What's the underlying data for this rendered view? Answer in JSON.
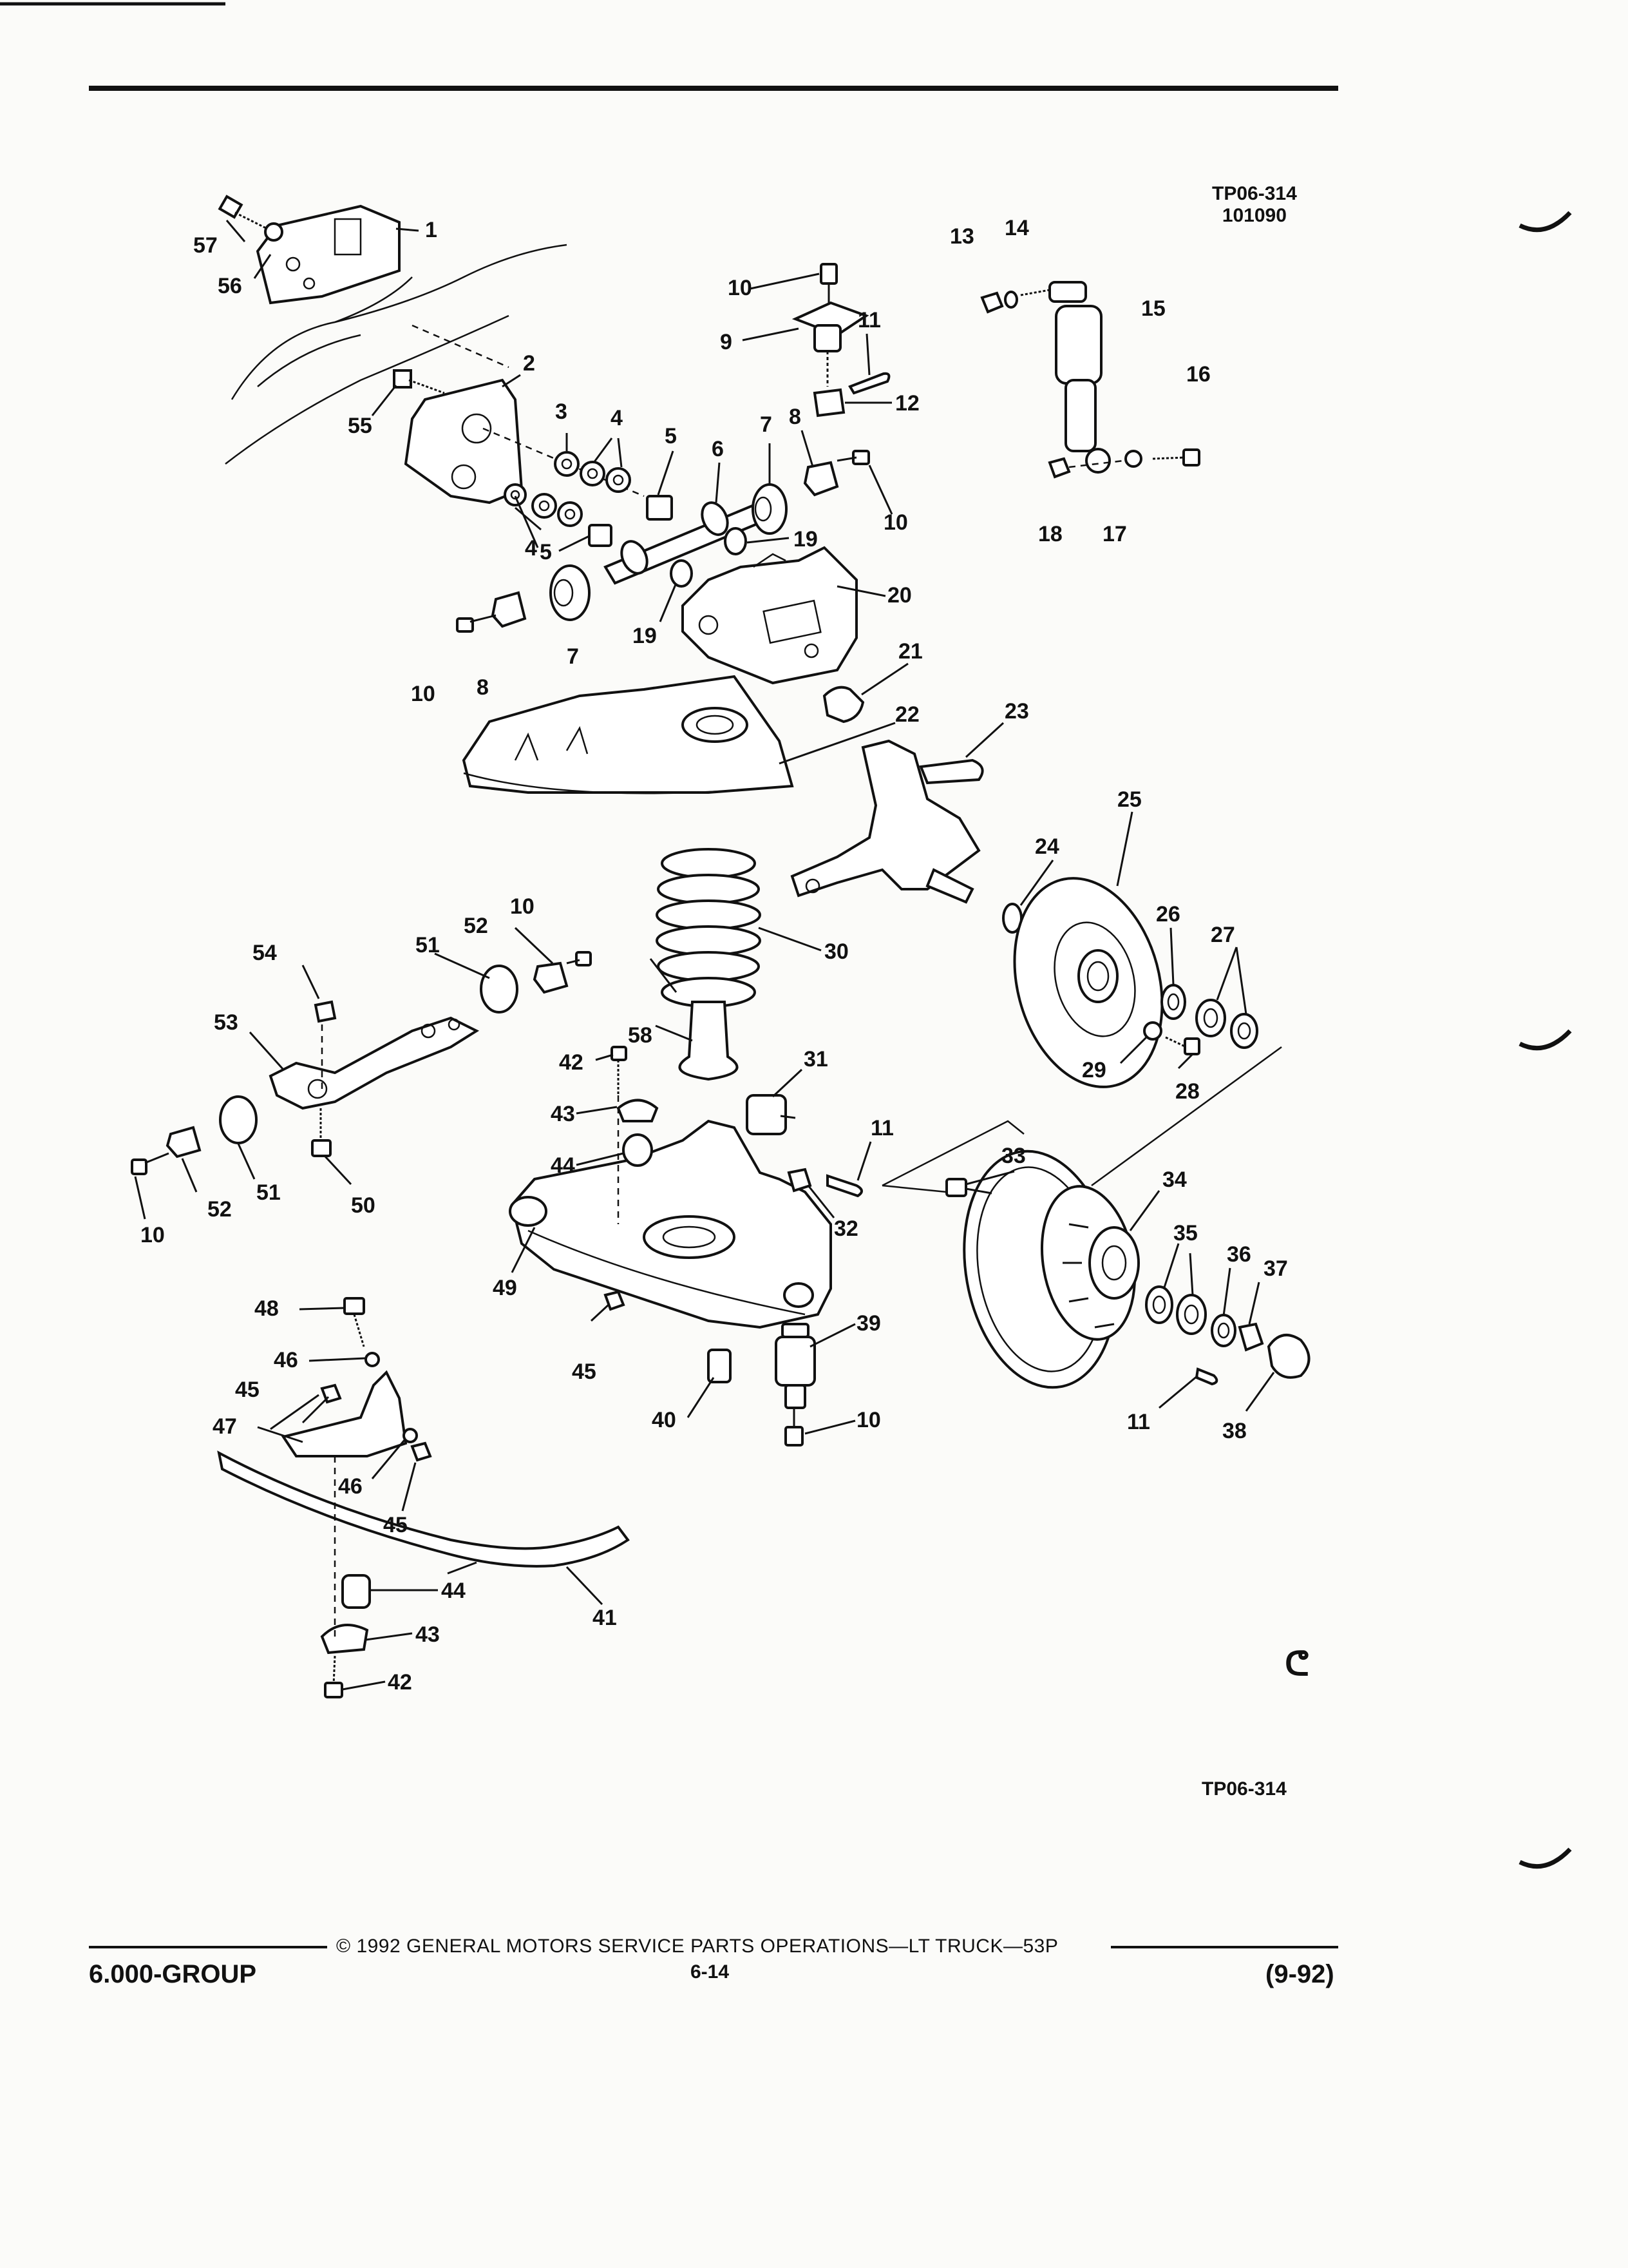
{
  "figure": {
    "code_top": "TP06-314",
    "code_date": "101090",
    "code_bottom": "TP06-314",
    "mark": "ᕦ"
  },
  "callouts": [
    "57",
    "1",
    "56",
    "2",
    "55",
    "3",
    "4",
    "4",
    "5",
    "5",
    "6",
    "7",
    "7",
    "8",
    "8",
    "9",
    "10",
    "10",
    "10",
    "10",
    "10",
    "10",
    "11",
    "11",
    "11",
    "12",
    "13",
    "14",
    "15",
    "16",
    "17",
    "18",
    "19",
    "19",
    "20",
    "21",
    "22",
    "23",
    "24",
    "25",
    "26",
    "27",
    "28",
    "29",
    "30",
    "31",
    "32",
    "33",
    "34",
    "35",
    "36",
    "37",
    "38",
    "39",
    "40",
    "41",
    "42",
    "42",
    "43",
    "43",
    "44",
    "44",
    "45",
    "45",
    "45",
    "46",
    "46",
    "47",
    "48",
    "49",
    "50",
    "51",
    "51",
    "52",
    "52",
    "53",
    "54",
    "58"
  ],
  "footer": {
    "group": "6.000-GROUP",
    "copyright": "©  1992  GENERAL MOTORS SERVICE PARTS OPERATIONS—LT TRUCK—53P",
    "page": "6-14",
    "date": "(9-92)"
  }
}
